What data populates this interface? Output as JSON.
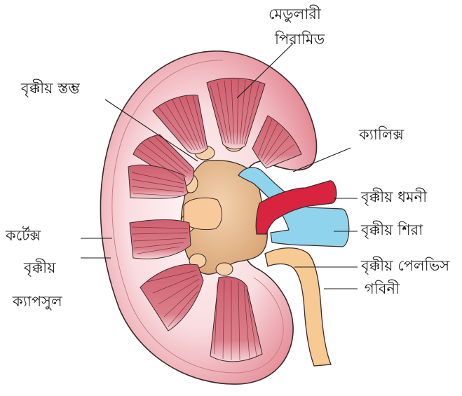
{
  "labels": {
    "medullary_pyramid": [
      "মেডুলারী",
      "পিরামিড"
    ],
    "renal_column": "বৃক্কীয় স্তম্ভ",
    "calyx": "ক্যালিক্স",
    "renal_artery": "বৃক্কীয় ধমনী",
    "renal_vein": "বৃক্কীয় শিরা",
    "renal_pelvis": "বৃক্কীয় পেলভিস",
    "ureter": "গবিনী",
    "cortex": "কর্টেক্স",
    "renal_capsule": [
      "বৃক্কীয়",
      "ক্যাপসুল"
    ]
  },
  "colors": {
    "cortex_outer": "#e88e98",
    "cortex_inner": "#fbe4e6",
    "pyramid": "#d56a78",
    "pyramid_tip": "#f7d3d6",
    "pelvis": "#e6b98e",
    "ureter": "#f7c993",
    "artery": "#d8243f",
    "vein": "#8fd3ec",
    "outline": "#3a2a2a"
  }
}
